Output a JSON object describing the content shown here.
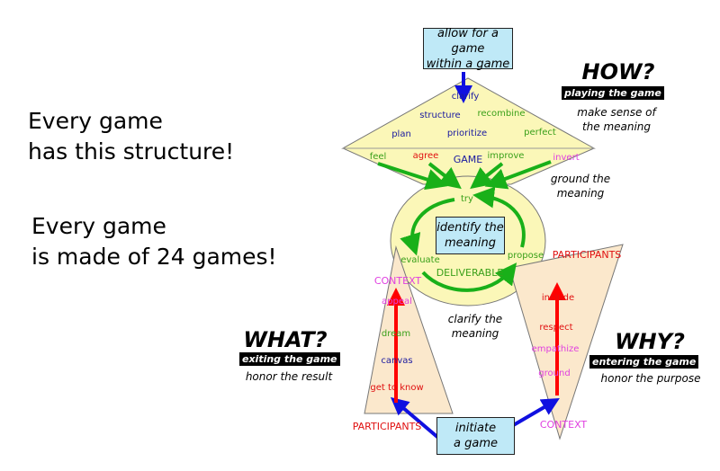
{
  "headlines": {
    "structure_line1": "Every game",
    "structure_line2": "has this structure!",
    "made_line1": "Every game",
    "made_line2": "is made of 24 games!"
  },
  "boxes": {
    "top_line1": "allow for a game",
    "top_line2": "within a game",
    "center_line1": "identify the",
    "center_line2": "meaning",
    "bottom_line1": "initiate",
    "bottom_line2": "a game"
  },
  "how": {
    "title": "HOW?",
    "bar": "playing the game",
    "note_line1": "make sense of",
    "note_line2": "the meaning"
  },
  "what": {
    "title": "WHAT?",
    "bar": "exiting the game",
    "note": "honor the result"
  },
  "why": {
    "title": "WHY?",
    "bar": "entering the game",
    "note": "honor the purpose"
  },
  "notes": {
    "ground_line1": "ground the",
    "ground_line2": "meaning",
    "clarify_line1": "clarify the",
    "clarify_line2": "meaning"
  },
  "game_triangle": {
    "label": "GAME",
    "words": [
      "clarify",
      "structure",
      "recombine",
      "plan",
      "prioritize",
      "perfect",
      "feel",
      "agree",
      "improve",
      "invert"
    ]
  },
  "deliverable": {
    "label": "DELIVERABLE",
    "words": [
      "try",
      "evaluate",
      "propose"
    ]
  },
  "left_triangle": {
    "top_label": "CONTEXT",
    "bottom_label": "PARTICIPANTS",
    "words": [
      "appeal",
      "dream",
      "canvas",
      "get to know"
    ]
  },
  "right_triangle": {
    "top_label": "PARTICIPANTS",
    "bottom_label": "CONTEXT",
    "words": [
      "include",
      "respect",
      "empathize",
      "ground"
    ]
  },
  "colors": {
    "triangle_fill": "#fbf7b8",
    "warm_fill": "#fbe8cc",
    "box_fill": "#bfe9f7",
    "blue_text": "#1a1aa0",
    "green_text": "#3aa01a",
    "red_text": "#e01010",
    "magenta_text": "#e040e0",
    "green_arrow": "#19b019",
    "red_arrow": "#ff0000",
    "blue_arrow": "#1010e0"
  }
}
